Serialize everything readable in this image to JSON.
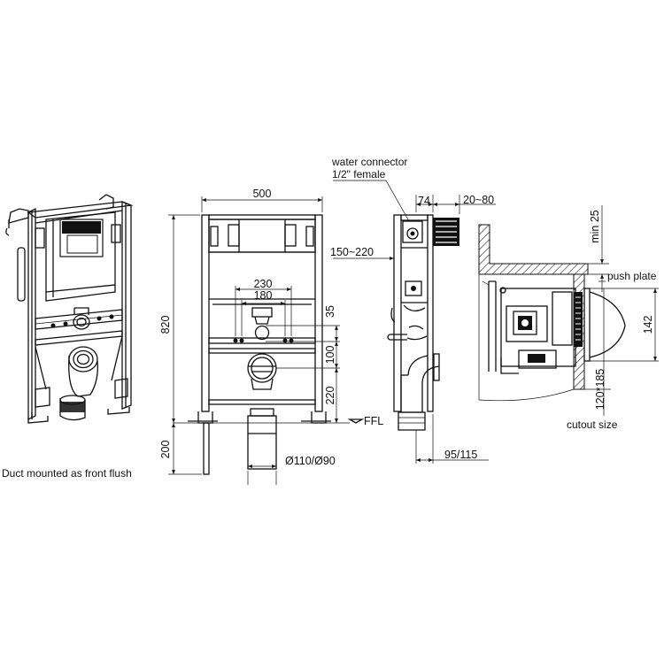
{
  "captions": {
    "iso_view": "Duct mounted as front flush",
    "water_connector_line1": "water connector",
    "water_connector_line2": "1/2\" female",
    "push_plate": "push plate",
    "cutout_size": "cutout size",
    "ffl": "FFL"
  },
  "dimensions": {
    "frame_width": "500",
    "height_820": "820",
    "height_200": "200",
    "spacing_230": "230",
    "spacing_180": "180",
    "gap_35": "35",
    "gap_100": "100",
    "gap_220": "220",
    "pipe_diameter": "Ø110/Ø90",
    "side_74": "74",
    "side_20_80": "20~80",
    "side_150_220": "150~220",
    "side_95_115": "95/115",
    "min_25": "min 25",
    "plate_142": "142",
    "cutout_120_185": "120*185"
  }
}
